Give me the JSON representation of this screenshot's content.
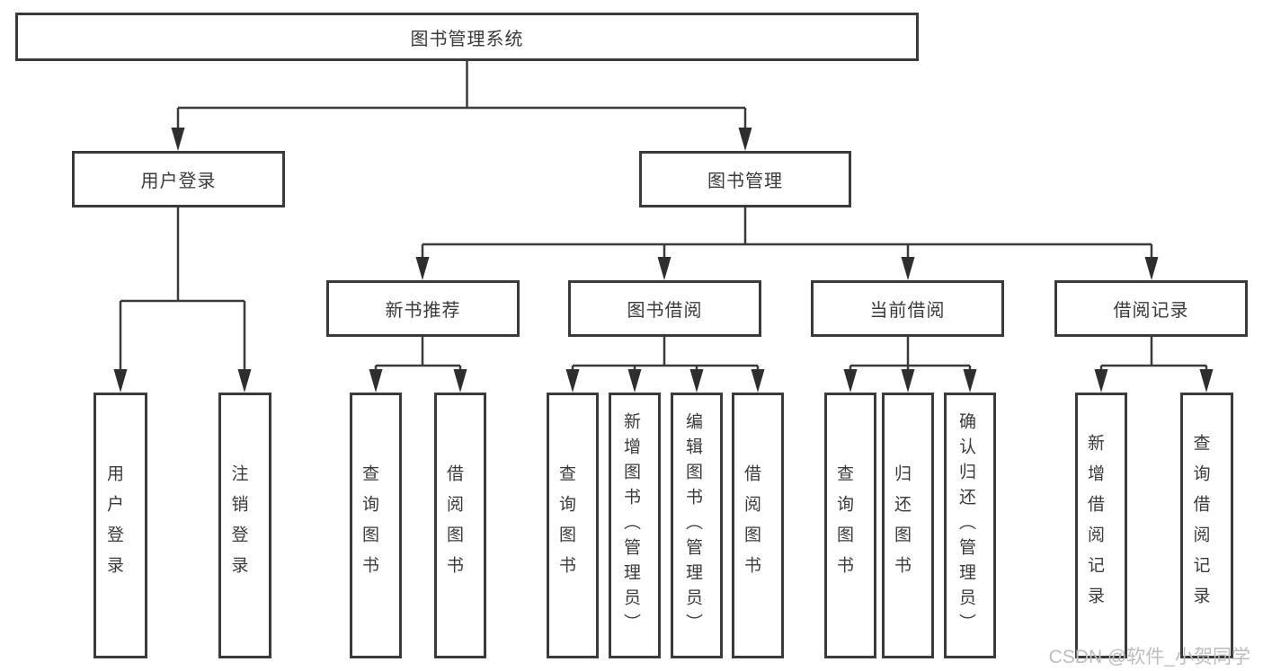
{
  "diagram": {
    "root": {
      "label": "图书管理系统"
    },
    "level2": [
      {
        "label": "用户登录"
      },
      {
        "label": "图书管理"
      }
    ],
    "level3": [
      {
        "label": "新书推荐",
        "parent": "图书管理"
      },
      {
        "label": "图书借阅",
        "parent": "图书管理"
      },
      {
        "label": "当前借阅",
        "parent": "图书管理"
      },
      {
        "label": "借阅记录",
        "parent": "图书管理"
      }
    ],
    "leaves": [
      {
        "label": "用户登录",
        "parent": "用户登录"
      },
      {
        "label": "注销登录",
        "parent": "用户登录"
      },
      {
        "label": "查询图书",
        "parent": "新书推荐"
      },
      {
        "label": "借阅图书",
        "parent": "新书推荐"
      },
      {
        "label": "查询图书",
        "parent": "图书借阅"
      },
      {
        "label": "新增图书（管理员）",
        "parent": "图书借阅"
      },
      {
        "label": "编辑图书（管理员）",
        "parent": "图书借阅"
      },
      {
        "label": "借阅图书",
        "parent": "图书借阅"
      },
      {
        "label": "查询图书",
        "parent": "当前借阅"
      },
      {
        "label": "归还图书",
        "parent": "当前借阅"
      },
      {
        "label": "确认归还（管理员）",
        "parent": "当前借阅"
      },
      {
        "label": "新增借阅记录",
        "parent": "借阅记录"
      },
      {
        "label": "查询借阅记录",
        "parent": "借阅记录"
      }
    ]
  },
  "watermark": "CSDN @软件_小贺同学",
  "colors": {
    "line": "#3a3a3a",
    "arrow": "#2e2e2e",
    "box_border": "#3a3a3a",
    "text": "#3a3a3a",
    "background": "#ffffff",
    "watermark": "#bdbdbd"
  }
}
